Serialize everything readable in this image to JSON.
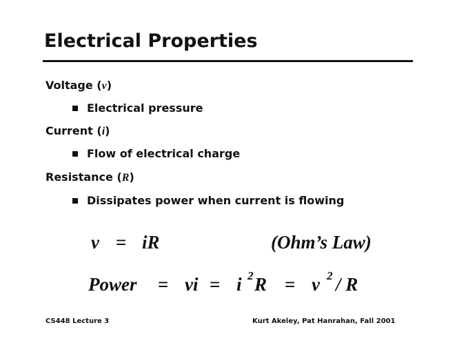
{
  "title": "Electrical Properties",
  "items": [
    {
      "label": "Voltage (",
      "var": "v",
      "close": ")",
      "bullet": "Electrical pressure"
    },
    {
      "label": "Current (",
      "var": "i",
      "close": ")",
      "bullet": "Flow of electrical charge"
    },
    {
      "label": "Resistance (",
      "var": "R",
      "close": ")",
      "bullet": "Dissipates power when current is flowing"
    }
  ],
  "ohm": {
    "lhs": "v",
    "eq": "=",
    "rhs": "iR",
    "note": "(Ohm’s Law)"
  },
  "power": {
    "p": "Power",
    "eq1": "=",
    "vi": "vi",
    "eq2": "=",
    "i": "i",
    "exp1": "2",
    "r1": "R",
    "eq3": "=",
    "v": "v",
    "exp2": "2",
    "r2": "/ R"
  },
  "footer": {
    "left": "CS448 Lecture 3",
    "right": "Kurt Akeley, Pat Hanrahan, Fall 2001"
  }
}
